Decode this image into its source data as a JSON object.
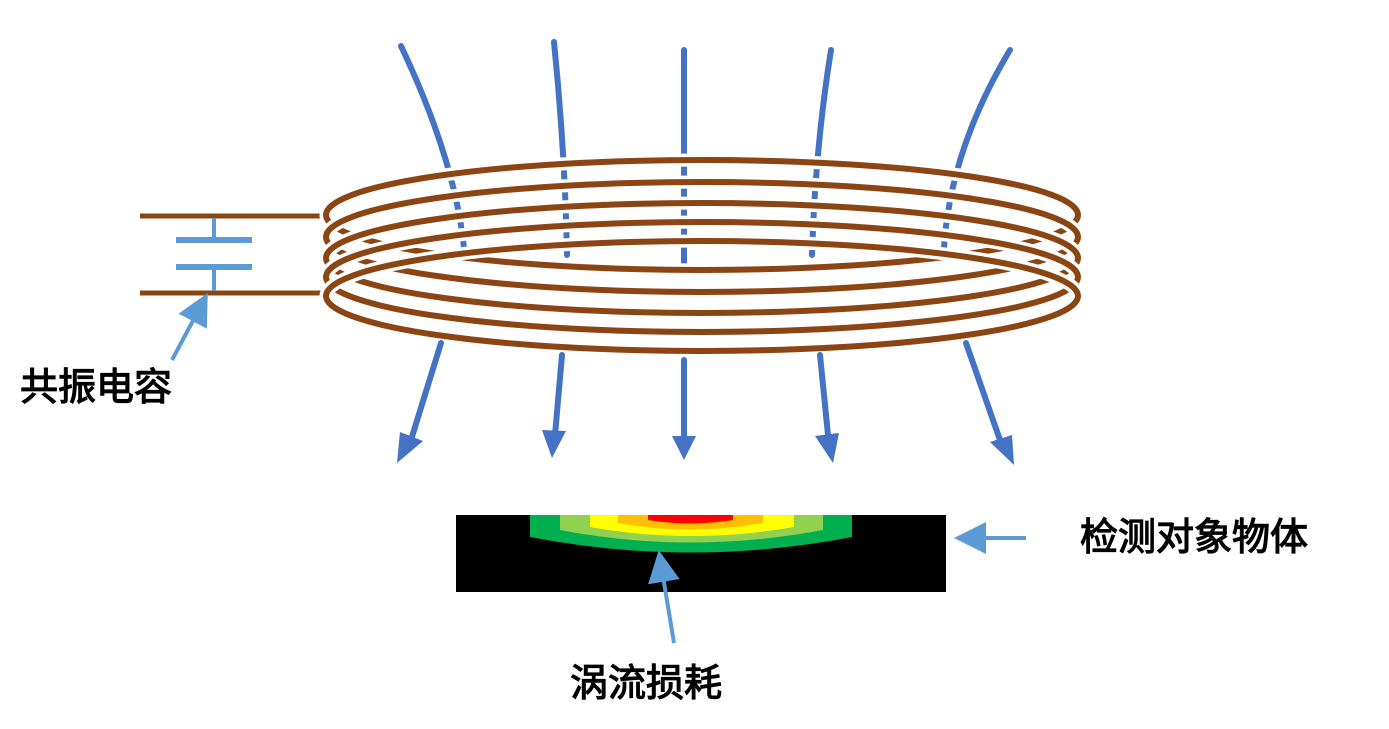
{
  "labels": {
    "resonant_capacitor": "共振电容",
    "eddy_current_loss": "涡流损耗",
    "detection_target": "检测对象物体"
  },
  "colors": {
    "coil_wire": "#8b4513",
    "field_line": "#4472c4",
    "pointer_arrow": "#5b9bd5",
    "capacitor_plate": "#5b9bd5",
    "target_body": "#000000",
    "eddy_outer": "#00b050",
    "eddy_light_green": "#92d050",
    "eddy_yellow": "#ffff00",
    "eddy_orange": "#ffc000",
    "eddy_red": "#ff0000"
  },
  "icons": {
    "coil": "coil-icon",
    "capacitor": "capacitor-icon",
    "field_lines": "magnetic-field-lines",
    "target": "target-object"
  }
}
